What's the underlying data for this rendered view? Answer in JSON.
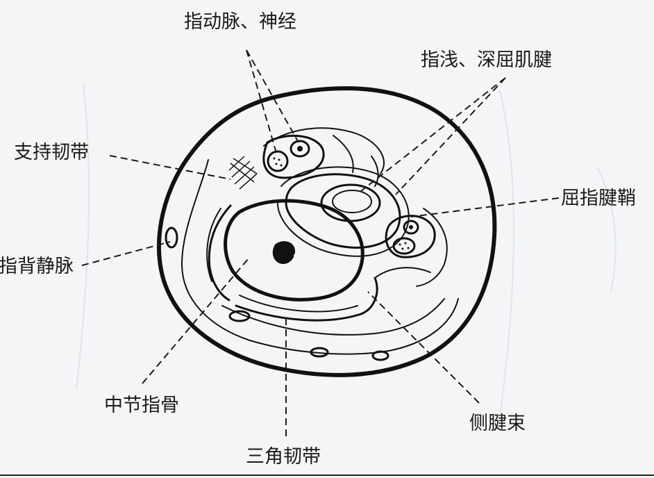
{
  "labels": {
    "digital_artery_nerve": "指动脉、神经",
    "flexor_tendons": "指浅、深屈肌腱",
    "retinacular_ligament": "支持韧带",
    "flexor_sheath": "屈指腱鞘",
    "dorsal_vein": "指背静脉",
    "middle_phalanx": "中节指骨",
    "lateral_band": "侧腱束",
    "triangular_ligament": "三角韧带"
  }
}
